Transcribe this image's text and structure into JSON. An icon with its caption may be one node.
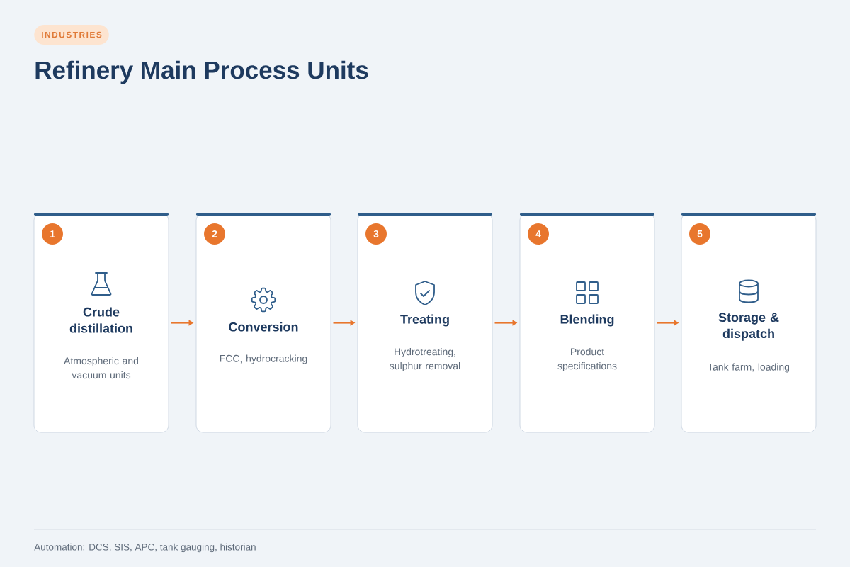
{
  "diagram": {
    "title": "Refinery Main Process Units",
    "nodes": [
      {
        "text": [
          "INDUSTRIES"
        ]
      },
      {
        "text": [
          "Crude distillation",
          "Atmospheric and vacuum units"
        ]
      },
      {
        "text": [
          "1"
        ],
        "in": 1
      },
      {
        "text": [
          "Conversion",
          "FCC, hydrocracking"
        ]
      },
      {
        "text": [
          "2"
        ],
        "in": 3
      },
      {
        "text": [
          "Treating",
          "Hydrotreating, sulphur removal"
        ]
      },
      {
        "text": [
          "3"
        ],
        "in": 5
      },
      {
        "text": [
          "Blending",
          "Product specifications"
        ]
      },
      {
        "text": [
          "4"
        ],
        "in": 7
      },
      {
        "text": [
          "Storage & dispatch",
          "Tank farm, loading"
        ]
      },
      {
        "text": [
          "5"
        ],
        "in": 9
      }
    ],
    "edges": [
      {
        "from": 1,
        "to": 3,
        "arrow": "to"
      },
      {
        "from": 3,
        "to": 5,
        "arrow": "to"
      },
      {
        "from": 5,
        "to": 7,
        "arrow": "to"
      },
      {
        "from": 7,
        "to": 9,
        "arrow": "to"
      }
    ],
    "labels": [
      "Automation: DCS, SIS, APC, tank gauging, historian"
    ]
  }
}
